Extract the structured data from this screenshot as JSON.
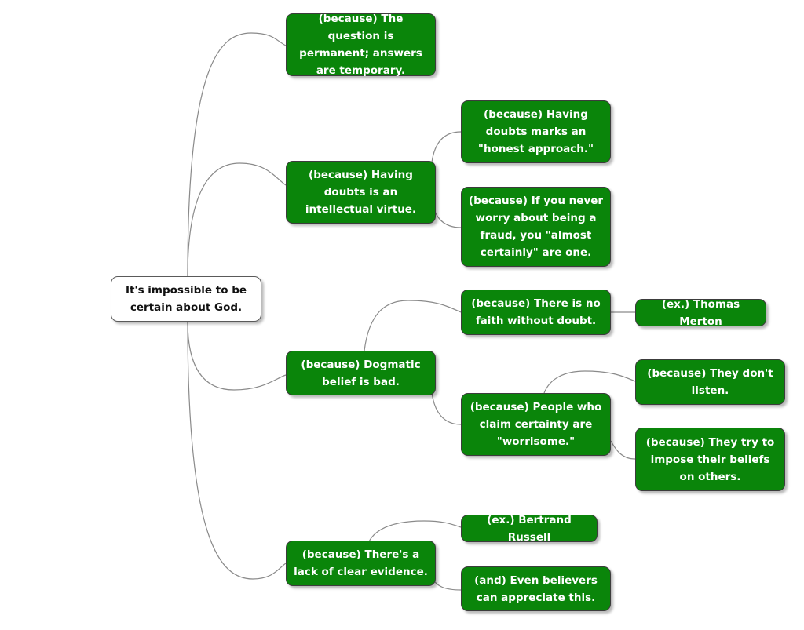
{
  "root": {
    "label": "It's impossible to be certain about God."
  },
  "nodes": {
    "n1": "(because) The question is permanent; answers are temporary.",
    "n2": "(because) Having doubts is an intellectual virtue.",
    "n2a": "(because) Having doubts marks an \"honest approach.\"",
    "n2b": "(because) If you never worry about being a fraud, you \"almost certainly\" are one.",
    "n3": "(because) Dogmatic belief is bad.",
    "n3a": "(because) There is no faith without doubt.",
    "n3a1": "(ex.) Thomas Merton",
    "n3b": "(because) People who claim certainty are \"worrisome.\"",
    "n3b1": "(because) They don't listen.",
    "n3b2": "(because) They try to impose their beliefs on others.",
    "n4": "(because) There's a lack of clear evidence.",
    "n4a": "(ex.) Bertrand Russell",
    "n4b": "(and) Even believers can appreciate this."
  },
  "colors": {
    "node_fill": "#0a850a",
    "node_text": "#ffffff",
    "root_fill": "#ffffff",
    "connector": "#8a8a8a"
  }
}
